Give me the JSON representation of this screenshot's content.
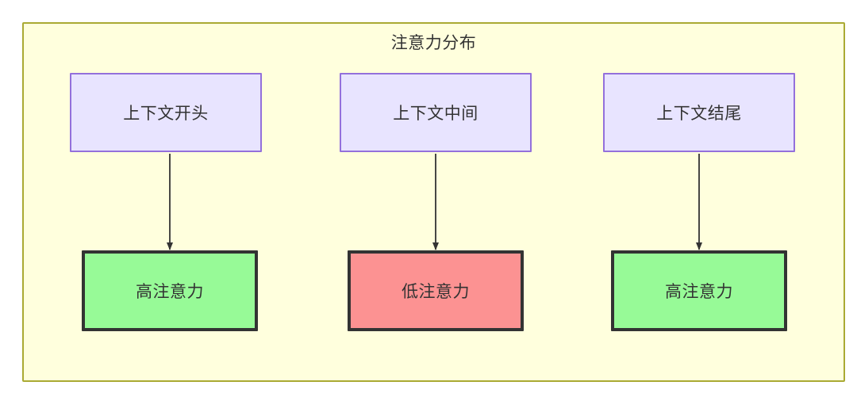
{
  "diagram": {
    "title": "注意力分布",
    "container": {
      "fill": "#ffffdd",
      "stroke": "#aaaa33"
    },
    "columns": [
      {
        "id": "start",
        "source": {
          "label": "上下文开头",
          "fill": "#e8e4ff",
          "stroke": "#9370db"
        },
        "target": {
          "label": "高注意力",
          "fill": "#97fa97",
          "stroke": "#333333",
          "level": "high"
        },
        "edge": {
          "label": "",
          "stroke": "#333333",
          "arrowhead": "filled-triangle"
        }
      },
      {
        "id": "middle",
        "source": {
          "label": "上下文中间",
          "fill": "#e8e4ff",
          "stroke": "#9370db"
        },
        "target": {
          "label": "低注意力",
          "fill": "#fc9292",
          "stroke": "#333333",
          "level": "low"
        },
        "edge": {
          "label": "",
          "stroke": "#333333",
          "arrowhead": "filled-triangle"
        }
      },
      {
        "id": "end",
        "source": {
          "label": "上下文结尾",
          "fill": "#e8e4ff",
          "stroke": "#9370db"
        },
        "target": {
          "label": "高注意力",
          "fill": "#97fa97",
          "stroke": "#333333",
          "level": "high"
        },
        "edge": {
          "label": "",
          "stroke": "#333333",
          "arrowhead": "filled-triangle"
        }
      }
    ]
  }
}
